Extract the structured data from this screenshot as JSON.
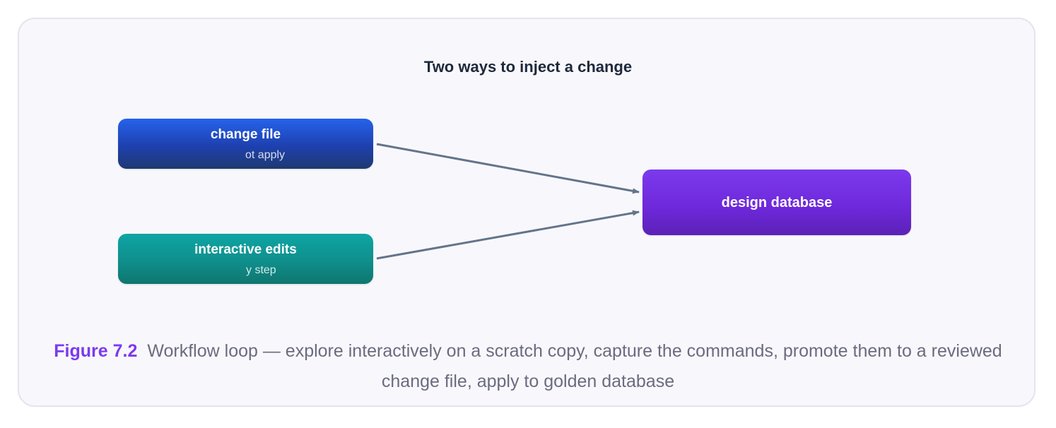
{
  "diagram": {
    "title": "Two ways to inject a change",
    "nodes": {
      "change_file": {
        "title": "change file",
        "subtitle": "ot apply"
      },
      "interactive_edits": {
        "title": "interactive edits",
        "subtitle": "y step"
      },
      "design_database": {
        "title": "design database"
      }
    },
    "colors": {
      "change_file": "#1e40af",
      "interactive_edits": "#0f8f8c",
      "design_database": "#6d28d9",
      "edge": "#64748b",
      "accent": "#7c3aed"
    }
  },
  "caption": {
    "label": "Figure 7.2",
    "text": "Workflow loop — explore interactively on a scratch copy, capture the commands, promote them to a reviewed change file, apply to golden database"
  }
}
